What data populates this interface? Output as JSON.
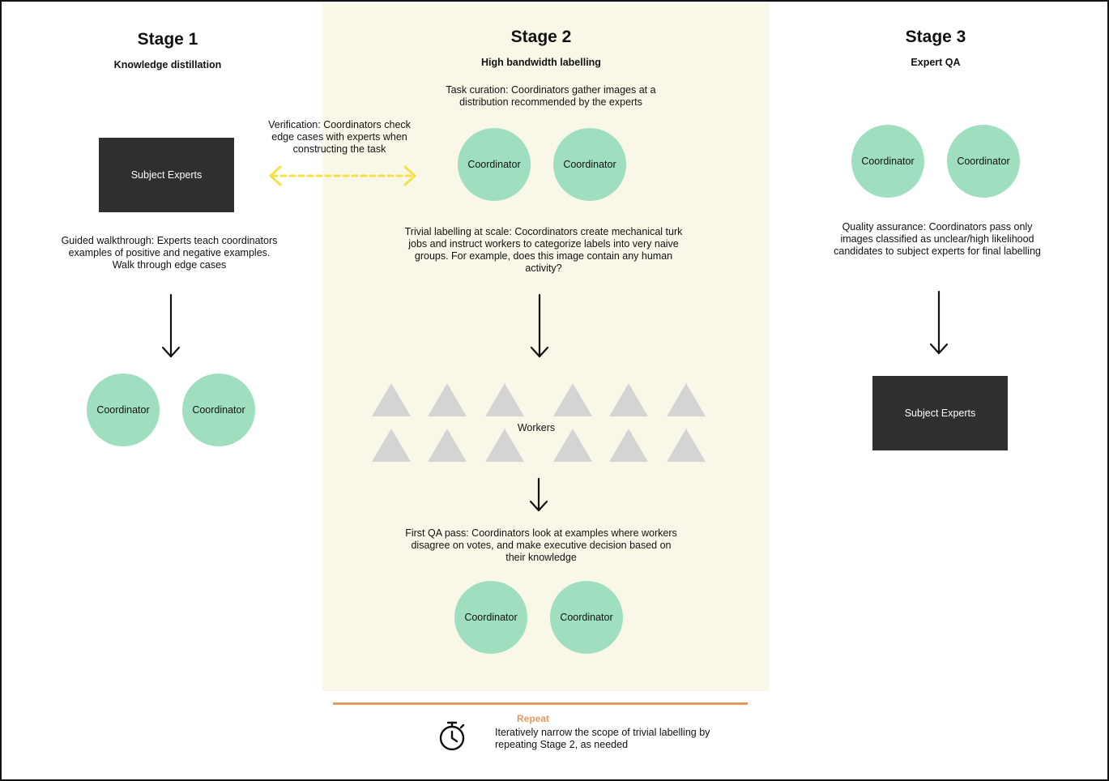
{
  "stages": [
    {
      "title": "Stage 1",
      "subtitle": "Knowledge distillation",
      "experts_label": "Subject Experts",
      "walkthrough_text": "Guided walkthrough: Experts teach coordinators examples of positive and negative examples. Walk through edge cases",
      "coordinators": [
        "Coordinator",
        "Coordinator"
      ]
    },
    {
      "title": "Stage 2",
      "subtitle": "High bandwidth labelling",
      "task_curation_text": "Task curation: Coordinators gather images at a distribution recommended by the experts",
      "coordinators_top": [
        "Coordinator",
        "Coordinator"
      ],
      "trivial_labelling_text": "Trivial labelling at scale: Cocordinators create mechanical turk jobs and instruct workers to categorize labels into very naive groups. For example, does this image contain any human activity?",
      "workers_label": "Workers",
      "qa_text": "First QA pass: Coordinators look at examples where workers disagree on votes, and make executive decision based on their knowledge",
      "coordinators_bottom": [
        "Coordinator",
        "Coordinator"
      ]
    },
    {
      "title": "Stage 3",
      "subtitle": "Expert QA",
      "coordinators": [
        "Coordinator",
        "Coordinator"
      ],
      "quality_text": "Quality assurance: Coordinators pass only images classified as unclear/high likelihood candidates to subject experts for final labelling",
      "experts_label": "Subject Experts"
    }
  ],
  "verification_text": "Verification: Coordinators check edge cases with experts when constructing the task",
  "repeat": {
    "title": "Repeat",
    "text": "Iteratively narrow the scope of trivial labelling by repeating Stage 2, as needed",
    "icon": "stopwatch-icon"
  },
  "colors": {
    "coordinator_fill": "#9fdfc0",
    "experts_fill": "#2f2f2f",
    "stage2_background": "#f9f8e8",
    "verification_arrow": "#f5e14a",
    "repeat_accent": "#e49a5c",
    "worker_triangle": "#d4d4d4"
  }
}
